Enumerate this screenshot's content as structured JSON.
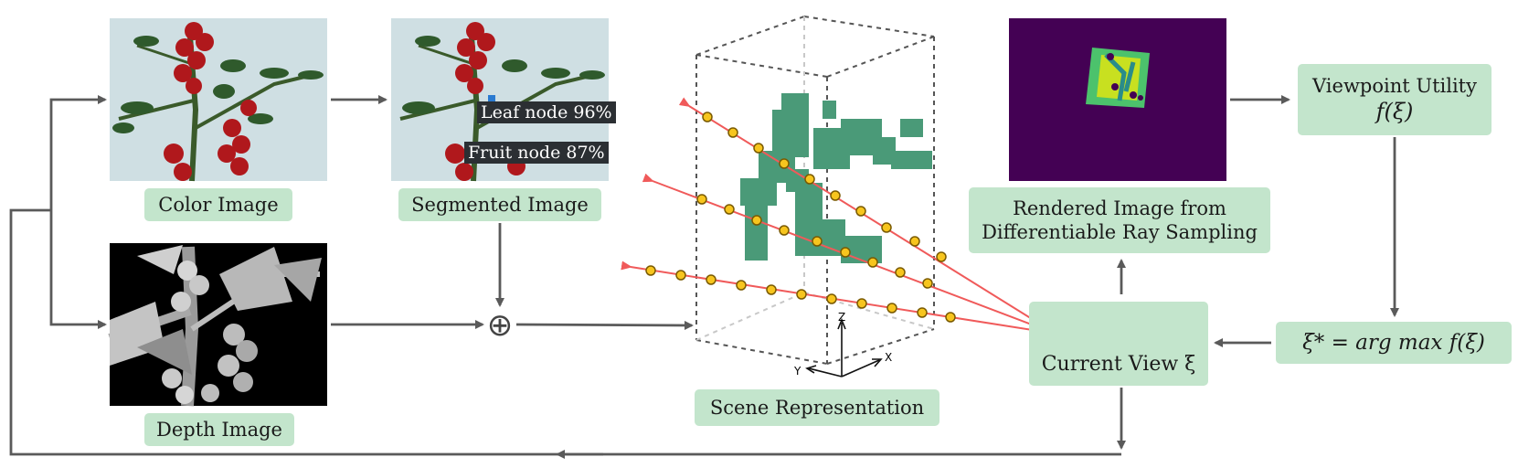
{
  "labels": {
    "color_image": "Color Image",
    "segmented_image": "Segmented Image",
    "depth_image": "Depth Image",
    "scene_representation": "Scene Representation",
    "rendered_line1": "Rendered Image from",
    "rendered_line2": "Differentiable Ray Sampling",
    "viewpoint_utility": "Viewpoint Utility",
    "utility_formula": "f(ξ)",
    "current_view": "Current View ξ",
    "argmax_formula": "ξ* =  arg max  f(ξ)"
  },
  "segmentation_tags": {
    "leaf": "Leaf node 96%",
    "fruit": "Fruit node 87%"
  },
  "axes": {
    "z": "Z",
    "y": "Y",
    "x": "X"
  },
  "fusion_symbol": "⊕",
  "colors": {
    "label_bg": "#c3e5cc",
    "arrow": "#5a5a5a",
    "ray": "#f05a5a",
    "sample_point": "#f7c51e",
    "voxel": "#4a9a78",
    "camera": "#1f3f8f",
    "rendered_bg": "#440154",
    "rendered_patch": "#4cc26c",
    "image_sky": "#cfdfe3",
    "tomato": "#b0181c",
    "leaf": "#2f5a2c"
  }
}
